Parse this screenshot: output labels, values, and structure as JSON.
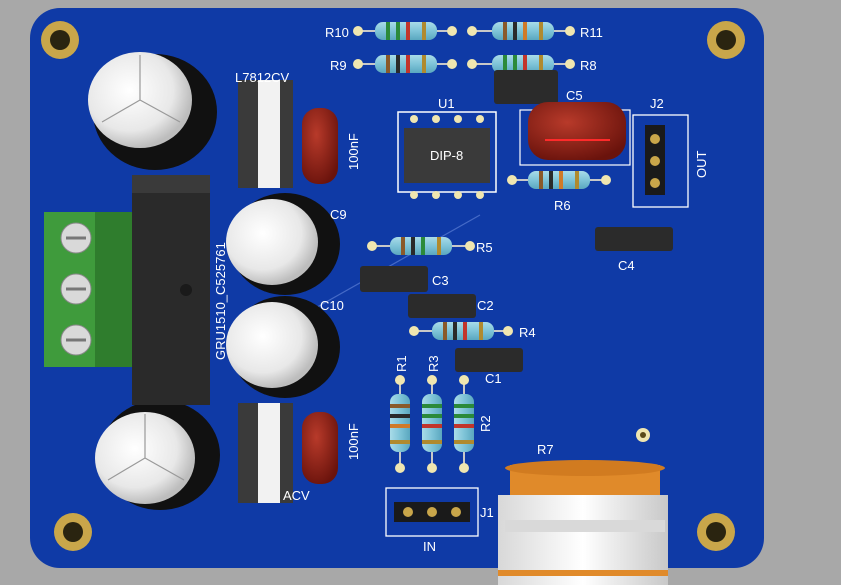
{
  "colors": {
    "background": "#a8a8a8",
    "board": "#0f3aa6",
    "silkscreen": "#ffffff",
    "pad": "#c9a64a",
    "terminal_block": "#3f9b3c",
    "film_capacitor": "#8a1c14",
    "smd_capacitor": "#2b2b2b"
  },
  "labels": {
    "r10": "R10",
    "r11": "R11",
    "r9": "R9",
    "r8": "R8",
    "l7812": "L7812CV",
    "u1": "U1",
    "dip8": "DIP-8",
    "c5": "C5",
    "j2": "J2",
    "out": "OUT",
    "cap_top": "100nF",
    "cap_bottom": "100nF",
    "c9": "C9",
    "c10": "C10",
    "r6": "R6",
    "r5": "R5",
    "c4": "C4",
    "c3": "C3",
    "c2": "C2",
    "c1": "C1",
    "r4": "R4",
    "bridge": "GRU1510_C525761",
    "r1": "R1",
    "r3": "R3",
    "r2": "R2",
    "r7": "R7",
    "j1": "J1",
    "in": "IN",
    "l7912": "ACV"
  },
  "icons": {
    "mounting_hole": "mounting-hole-icon",
    "screw": "terminal-screw-icon"
  }
}
